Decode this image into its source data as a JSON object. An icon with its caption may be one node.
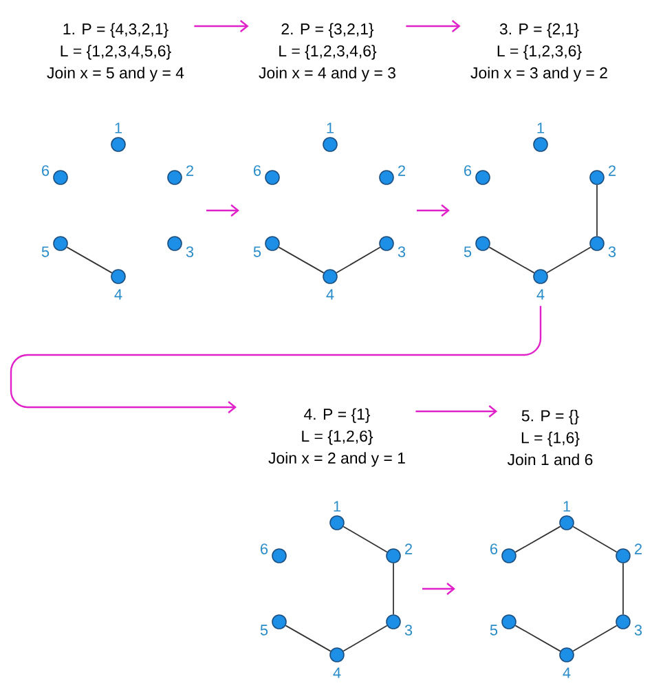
{
  "diagram": {
    "nodes": [
      {
        "text": [
          "1. P = {4,3,2,1}",
          "L = {1,2,3,4,5,6}",
          "Join x = 5 and y = 4"
        ]
      },
      {
        "text": [
          "2. P = {3,2,1}",
          "L = {1,2,3,4,6}",
          "Join x = 4 and y = 3"
        ]
      },
      {
        "text": [
          "3. P = {2,1}",
          "L = {1,2,3,6}",
          "Join x = 3 and y = 2"
        ]
      },
      {
        "text": [],
        "shape": "circle",
        "beside": [
          "1"
        ]
      },
      {
        "text": [],
        "shape": "circle",
        "beside": [
          "2"
        ]
      },
      {
        "text": [],
        "shape": "circle",
        "beside": [
          "3"
        ]
      },
      {
        "text": [],
        "shape": "circle",
        "beside": [
          "4"
        ]
      },
      {
        "text": [],
        "shape": "circle",
        "beside": [
          "5"
        ]
      },
      {
        "text": [],
        "shape": "circle",
        "beside": [
          "6"
        ]
      },
      {
        "text": [],
        "shape": "circle",
        "beside": [
          "1"
        ]
      },
      {
        "text": [],
        "shape": "circle",
        "beside": [
          "2"
        ]
      },
      {
        "text": [],
        "shape": "circle",
        "beside": [
          "3"
        ]
      },
      {
        "text": [],
        "shape": "circle",
        "beside": [
          "4"
        ]
      },
      {
        "text": [],
        "shape": "circle",
        "beside": [
          "5"
        ]
      },
      {
        "text": [],
        "shape": "circle",
        "beside": [
          "6"
        ]
      },
      {
        "text": [],
        "shape": "circle",
        "beside": [
          "1"
        ]
      },
      {
        "text": [],
        "shape": "circle",
        "beside": [
          "2"
        ]
      },
      {
        "text": [],
        "shape": "circle",
        "beside": [
          "3"
        ]
      },
      {
        "text": [],
        "shape": "circle",
        "beside": [
          "4"
        ]
      },
      {
        "text": [],
        "shape": "circle",
        "beside": [
          "5"
        ]
      },
      {
        "text": [],
        "shape": "circle",
        "beside": [
          "6"
        ]
      },
      {
        "text": [
          "4. P = {1}",
          "L = {1,2,6}",
          "Join x = 2 and y = 1"
        ]
      },
      {
        "text": [
          "5. P = {}",
          "L = {1,6}",
          "Join 1 and 6"
        ]
      },
      {
        "text": [],
        "shape": "circle",
        "beside": [
          "1"
        ]
      },
      {
        "text": [],
        "shape": "circle",
        "beside": [
          "2"
        ]
      },
      {
        "text": [],
        "shape": "circle",
        "beside": [
          "3"
        ]
      },
      {
        "text": [],
        "shape": "circle",
        "beside": [
          "4"
        ]
      },
      {
        "text": [],
        "shape": "circle",
        "beside": [
          "5"
        ]
      },
      {
        "text": [],
        "shape": "circle",
        "beside": [
          "6"
        ]
      },
      {
        "text": [],
        "shape": "circle",
        "beside": [
          "1"
        ]
      },
      {
        "text": [],
        "shape": "circle",
        "beside": [
          "2"
        ]
      },
      {
        "text": [],
        "shape": "circle",
        "beside": [
          "3"
        ]
      },
      {
        "text": [],
        "shape": "circle",
        "beside": [
          "4"
        ]
      },
      {
        "text": [],
        "shape": "circle",
        "beside": [
          "5"
        ]
      },
      {
        "text": [],
        "shape": "circle",
        "beside": [
          "6"
        ]
      }
    ],
    "edges": [
      {
        "from": 0,
        "to": 1,
        "arrow": "to",
        "color": "#e020c8"
      },
      {
        "from": 1,
        "to": 2,
        "arrow": "to",
        "color": "#e020c8"
      },
      {
        "from": 18,
        "to": 21,
        "arrow": "to",
        "color": "#e020c8"
      },
      {
        "from": 21,
        "to": 22,
        "arrow": "to",
        "color": "#e020c8"
      },
      {
        "from": 7,
        "to": 6,
        "arrow": "none"
      },
      {
        "from": 13,
        "to": 12,
        "arrow": "none"
      },
      {
        "from": 12,
        "to": 11,
        "arrow": "none"
      },
      {
        "from": 19,
        "to": 18,
        "arrow": "none"
      },
      {
        "from": 18,
        "to": 17,
        "arrow": "none"
      },
      {
        "from": 17,
        "to": 16,
        "arrow": "none"
      },
      {
        "from": 27,
        "to": 26,
        "arrow": "none"
      },
      {
        "from": 26,
        "to": 25,
        "arrow": "none"
      },
      {
        "from": 25,
        "to": 24,
        "arrow": "none"
      },
      {
        "from": 24,
        "to": 23,
        "arrow": "none"
      },
      {
        "from": 33,
        "to": 32,
        "arrow": "none"
      },
      {
        "from": 32,
        "to": 31,
        "arrow": "none"
      },
      {
        "from": 31,
        "to": 30,
        "arrow": "none"
      },
      {
        "from": 30,
        "to": 29,
        "arrow": "none"
      },
      {
        "from": 29,
        "to": 34,
        "arrow": "none"
      }
    ]
  }
}
